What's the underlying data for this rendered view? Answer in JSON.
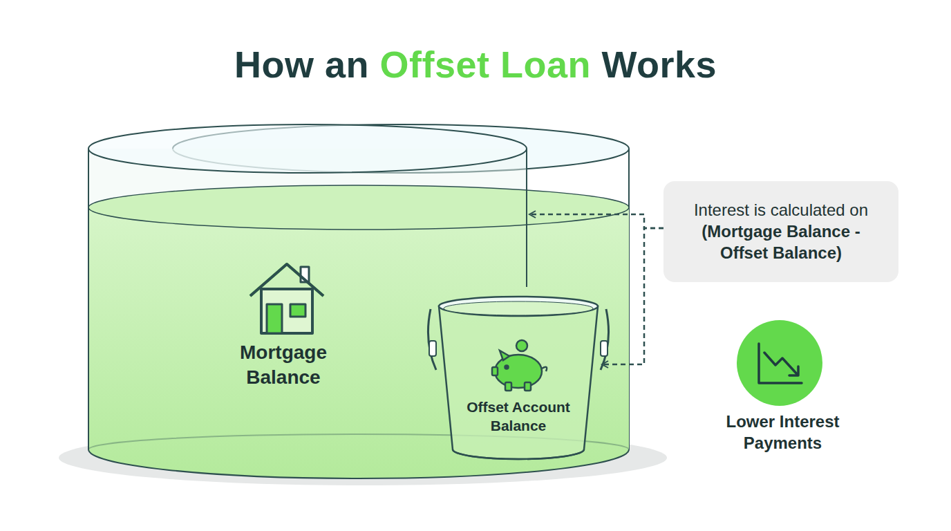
{
  "diagram": {
    "title": "How an Offset Loan Works",
    "nodes": [
      {
        "text": [
          "Mortgage Balance"
        ]
      },
      {
        "text": [
          "Offset Account Balance"
        ],
        "in": 0
      },
      {
        "text": [
          "Interest is calculated on",
          "(Mortgage Balance - Offset Balance)"
        ]
      },
      {
        "text": [
          "Lower Interest Payments"
        ]
      }
    ],
    "edges": [
      {
        "from": 2,
        "to": 0,
        "arrow": "to"
      },
      {
        "from": 2,
        "to": 1,
        "arrow": "to"
      }
    ]
  }
}
